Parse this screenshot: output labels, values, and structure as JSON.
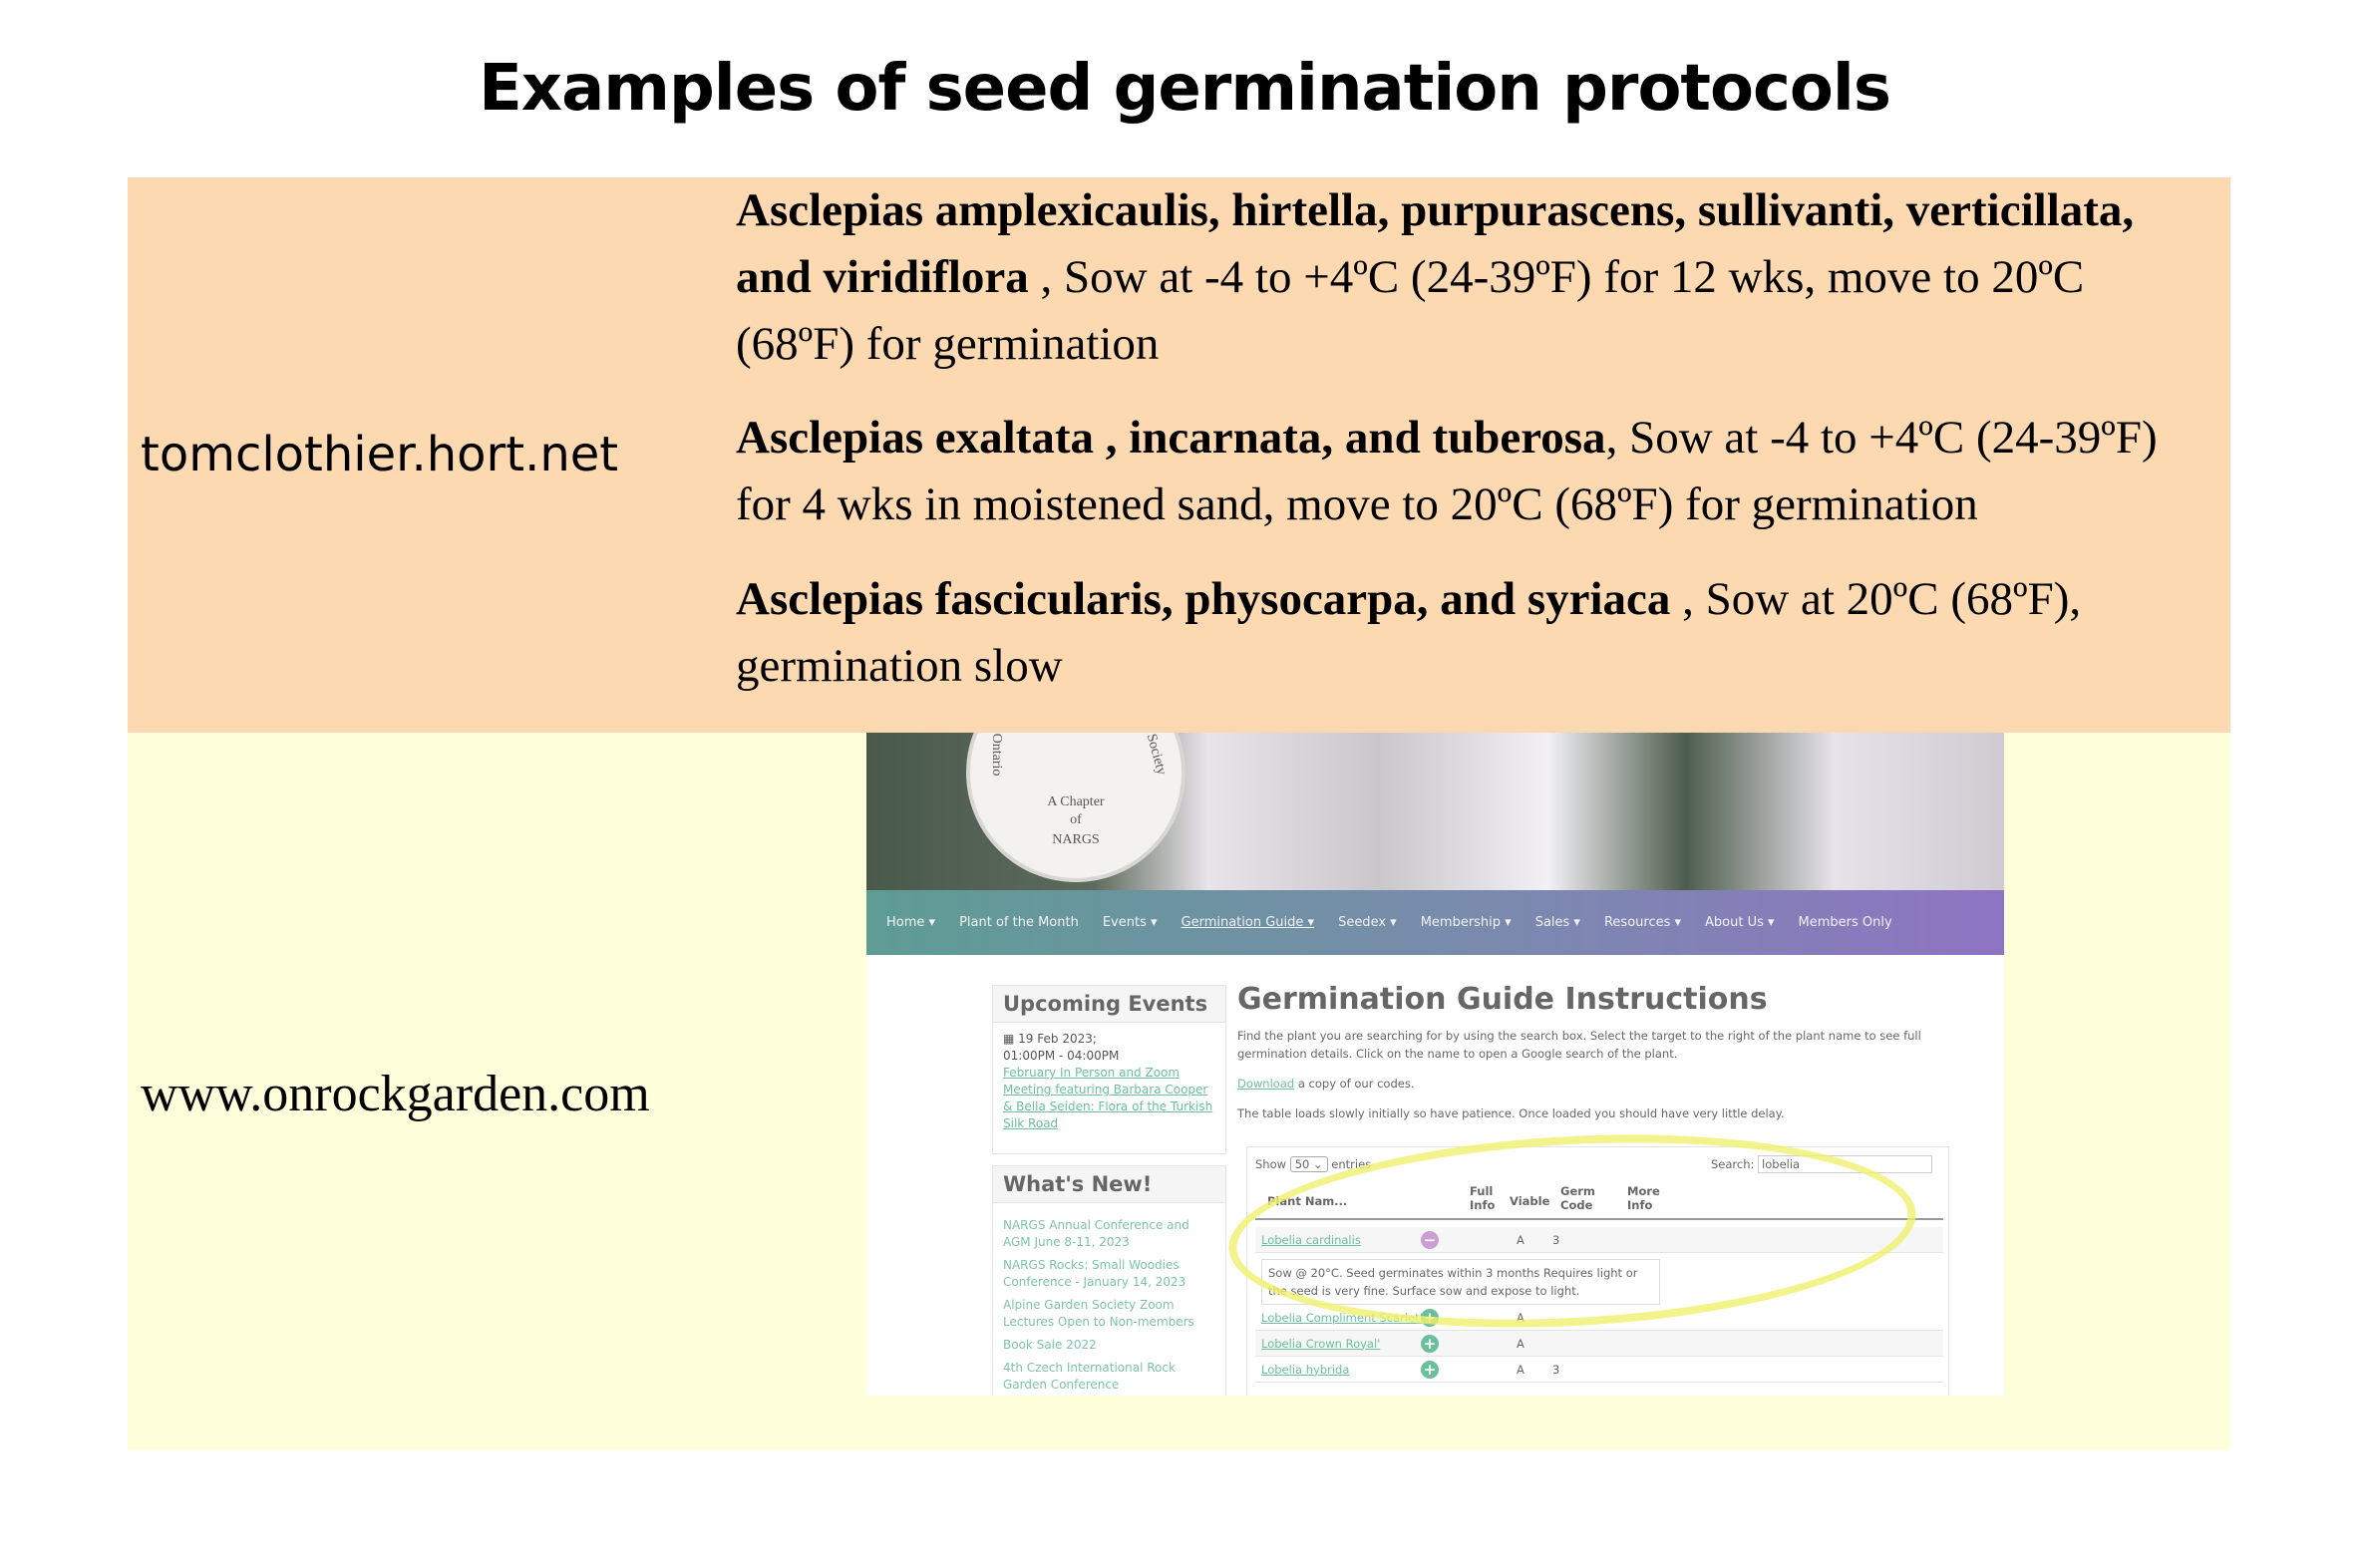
{
  "title": "Examples of seed germination protocols",
  "sources": [
    {
      "label": "tomclothier.hort.net"
    },
    {
      "label": "www.onrockgarden.com"
    }
  ],
  "protocols": [
    {
      "species": "Asclepias amplexicaulis, hirtella, purpurascens, sullivanti, verticillata, and viridiflora",
      "text": " , Sow at -4 to +4ºC (24-39ºF) for 12 wks, move to 20ºC (68ºF) for germination"
    },
    {
      "species": "Asclepias exaltata , incarnata, and tuberosa",
      "text": ", Sow at -4 to +4ºC (24-39ºF) for 4 wks in moistened sand, move to 20ºC (68ºF) for germination"
    },
    {
      "species": "Asclepias fascicularis, physocarpa, and syriaca",
      "text": " , Sow at 20ºC (68ºF), germination slow"
    }
  ],
  "colors": {
    "band1": "#fdd9b1",
    "band2": "#ffffdc",
    "link": "#6bbf9a",
    "highlight": "#f0f06e"
  },
  "website": {
    "logo": {
      "arc_left": "Ontario",
      "arc_right": "Society",
      "line1": "A Chapter",
      "line2": "of",
      "line3": "NARGS"
    },
    "nav": [
      "Home ▾",
      "Plant of the Month",
      "Events ▾",
      "Germination Guide ▾",
      "Seedex ▾",
      "Membership ▾",
      "Sales ▾",
      "Resources ▾",
      "About Us ▾",
      "Members Only"
    ],
    "sidebar": {
      "events_title": "Upcoming Events",
      "event_date": "19 Feb 2023;",
      "event_time": "01:00PM - 04:00PM",
      "event_link": "February In Person and Zoom Meeting featuring Barbara Cooper & Bella Seiden: Flora of the Turkish Silk Road",
      "news_title": "What's New!",
      "news": [
        "NARGS Annual Conference and AGM June 8-11, 2023",
        "NARGS Rocks: Small Woodies Conference - January 14, 2023",
        "Alpine Garden Society Zoom Lectures Open to Non-members",
        "Book Sale 2022",
        "4th Czech International Rock Garden Conference"
      ]
    },
    "main": {
      "title": "Germination Guide Instructions",
      "intro": "Find the plant you are searching for by using the search box. Select the target to the right of the plant name to see full germination details. Click on the name to open a Google search of the plant.",
      "download_link": "Download",
      "download_rest": " a copy of our codes.",
      "note": "The table loads slowly initially so have patience. Once loaded you should have very little delay."
    },
    "table": {
      "show": "Show",
      "entries_value": "50",
      "entries": "entries",
      "search_label": "Search:",
      "search_value": "lobelia",
      "headers": [
        "Plant Nam...",
        "Full Info",
        "Viable",
        "Germ Code",
        "More Info"
      ],
      "rows": [
        {
          "name": "Lobelia cardinalis",
          "viable": "A",
          "code": "3",
          "expanded": true
        },
        {
          "name": "Lobelia Compliment Scarlet'",
          "viable": "A",
          "code": ""
        },
        {
          "name": "Lobelia Crown Royal'",
          "viable": "A",
          "code": ""
        },
        {
          "name": "Lobelia hybrida",
          "viable": "A",
          "code": "3"
        }
      ],
      "detail": "Sow @ 20°C. Seed germinates within 3 months Requires light or the seed is very fine. Surface sow and expose to light."
    }
  }
}
